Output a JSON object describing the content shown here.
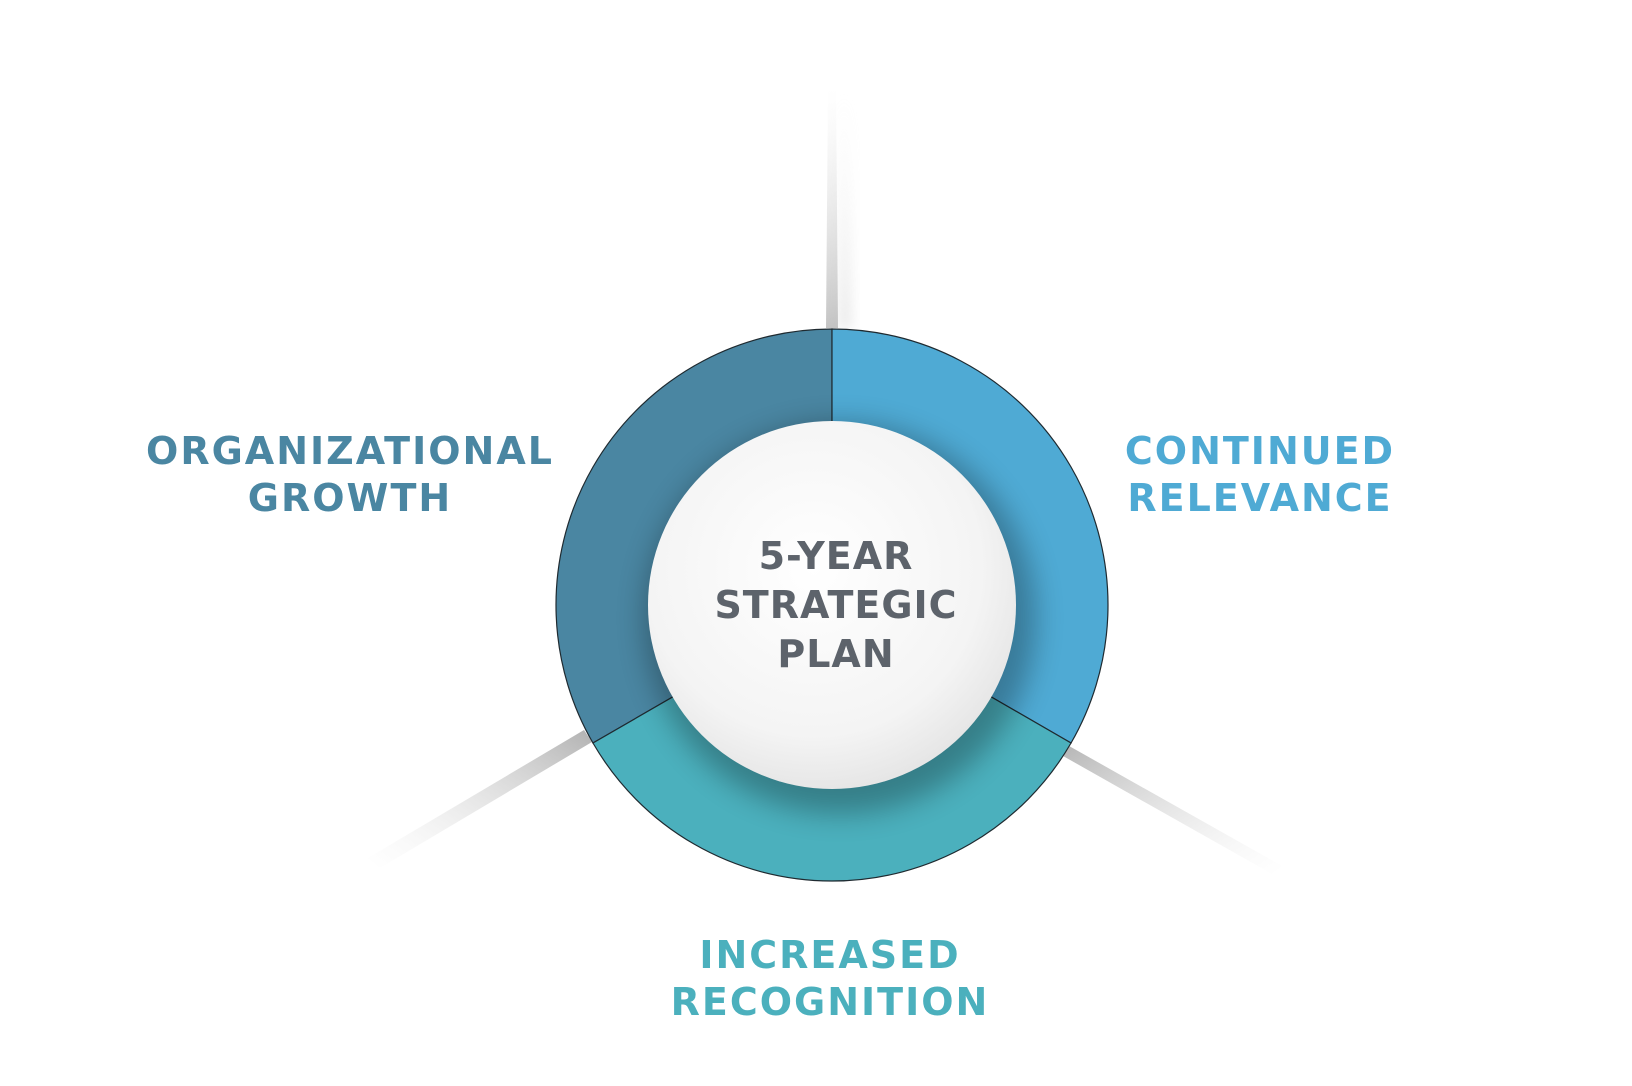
{
  "center": {
    "line1": "5-YEAR",
    "line2": "STRATEGIC",
    "line3": "PLAN",
    "color": "#5d636b"
  },
  "segments": [
    {
      "id": "growth",
      "line1": "ORGANIZATIONAL",
      "line2": "GROWTH",
      "color": "#4a86a2"
    },
    {
      "id": "relevance",
      "line1": "CONTINUED",
      "line2": "RELEVANCE",
      "color": "#4faad4"
    },
    {
      "id": "recognition",
      "line1": "INCREASED",
      "line2": "RECOGNITION",
      "color": "#4bb0bd"
    }
  ]
}
